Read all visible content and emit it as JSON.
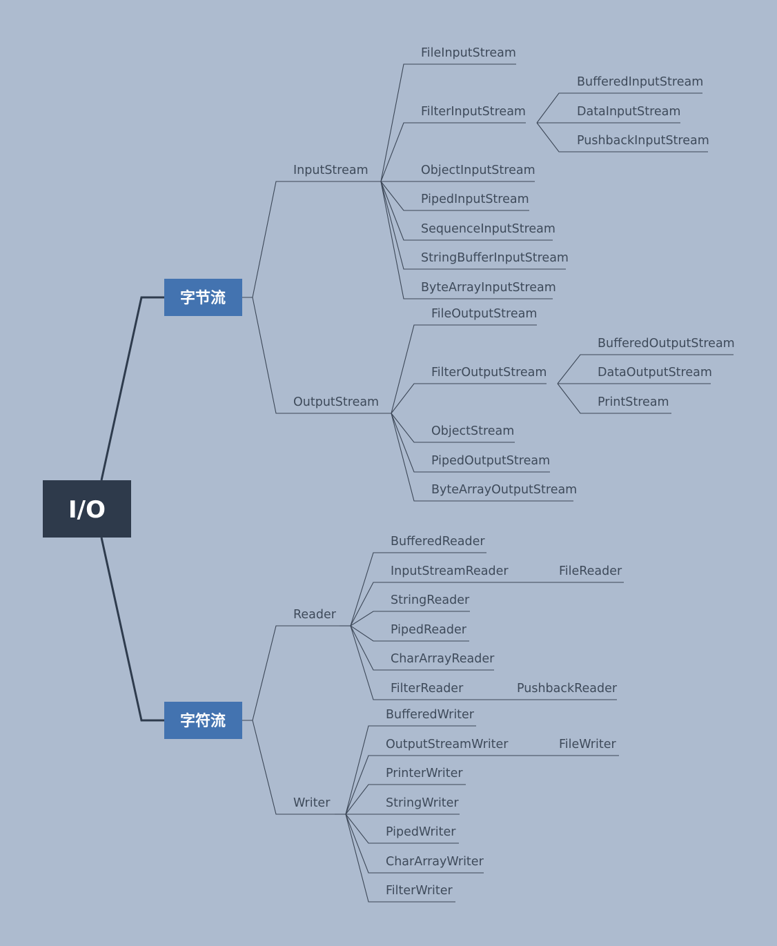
{
  "root": "I/O",
  "colors": {
    "background": "#adbbcf",
    "root_box": "#2e3a4b",
    "category_box": "#4373b0",
    "line": "#3b4656",
    "text": "#3e4a5a"
  },
  "branches": [
    {
      "label": "字节流",
      "children": [
        {
          "label": "InputStream",
          "children": [
            {
              "label": "FileInputStream"
            },
            {
              "label": "FilterInputStream",
              "children": [
                {
                  "label": "BufferedInputStream"
                },
                {
                  "label": "DataInputStream"
                },
                {
                  "label": "PushbackInputStream"
                }
              ]
            },
            {
              "label": "ObjectInputStream"
            },
            {
              "label": "PipedInputStream"
            },
            {
              "label": "SequenceInputStream"
            },
            {
              "label": "StringBufferInputStream"
            },
            {
              "label": "ByteArrayInputStream"
            }
          ]
        },
        {
          "label": "OutputStream",
          "children": [
            {
              "label": "FileOutputStream"
            },
            {
              "label": "FilterOutputStream",
              "children": [
                {
                  "label": "BufferedOutputStream"
                },
                {
                  "label": "DataOutputStream"
                },
                {
                  "label": "PrintStream"
                }
              ]
            },
            {
              "label": "ObjectStream"
            },
            {
              "label": "PipedOutputStream"
            },
            {
              "label": "ByteArrayOutputStream"
            }
          ]
        }
      ]
    },
    {
      "label": "字符流",
      "children": [
        {
          "label": "Reader",
          "children": [
            {
              "label": "BufferedReader"
            },
            {
              "label": "InputStreamReader",
              "children": [
                {
                  "label": "FileReader"
                }
              ]
            },
            {
              "label": "StringReader"
            },
            {
              "label": "PipedReader"
            },
            {
              "label": "CharArrayReader"
            },
            {
              "label": "FilterReader",
              "children": [
                {
                  "label": "PushbackReader"
                }
              ]
            }
          ]
        },
        {
          "label": "Writer",
          "children": [
            {
              "label": "BufferedWriter"
            },
            {
              "label": "OutputStreamWriter",
              "children": [
                {
                  "label": "FileWriter"
                }
              ]
            },
            {
              "label": "PrinterWriter"
            },
            {
              "label": "StringWriter"
            },
            {
              "label": "PipedWriter"
            },
            {
              "label": "CharArrayWriter"
            },
            {
              "label": "FilterWriter"
            }
          ]
        }
      ]
    }
  ]
}
